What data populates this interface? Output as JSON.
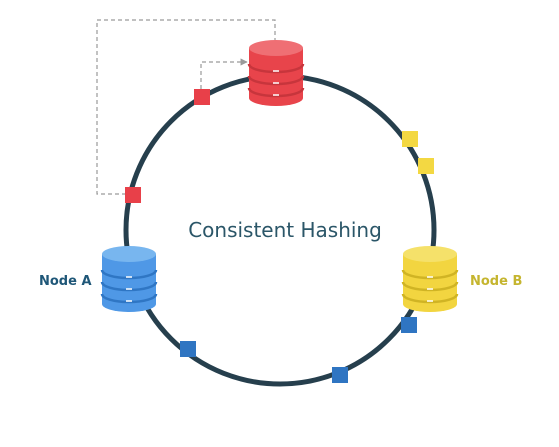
{
  "diagram": {
    "title": "Consistent Hashing",
    "colors": {
      "ring": "#263f4d",
      "title": "#2b5668",
      "arrow": "#9a9a9a",
      "red_key": "#e84049",
      "yellow_key": "#f3d842",
      "blue_key": "#2f75c2"
    },
    "nodes": {
      "red": {
        "label": "",
        "icon": "database-icon",
        "colors": {
          "top": "#ef6f74",
          "body": "#e8444b",
          "band": "#c7353c",
          "label": ""
        }
      },
      "a": {
        "label": "Node A",
        "icon": "database-icon",
        "colors": {
          "top": "#78b6ef",
          "body": "#4f98e6",
          "band": "#2f76c4",
          "label": "#1f5778"
        }
      },
      "b": {
        "label": "Node B",
        "icon": "database-icon",
        "colors": {
          "top": "#f5e16a",
          "body": "#f2d540",
          "band": "#d0b424",
          "label": "#c5b52f"
        }
      }
    }
  }
}
